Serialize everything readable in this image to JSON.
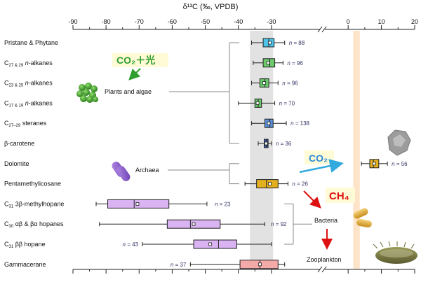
{
  "chart_data": {
    "type": "boxplot",
    "xlabel": "δ¹³C (‰, VPDB)",
    "xticks": [
      "-90",
      "-80",
      "-70",
      "-60",
      "-50",
      "-40",
      "-30",
      "0",
      "10",
      "20"
    ],
    "xlim_left": [
      -90,
      -20
    ],
    "xlim_right": [
      -7,
      20
    ],
    "n_prefix": "n = ",
    "rows": [
      {
        "label_parts": [
          {
            "t": "Pristane & Phytane"
          }
        ],
        "min": -36,
        "q1": -32.5,
        "median": -30.8,
        "mean": -30.5,
        "q3": -29.2,
        "max": -26,
        "n": "88",
        "n_side": "right",
        "color": "#4fc3e8"
      },
      {
        "label_parts": [
          {
            "t": "C"
          },
          {
            "t": "27 & 29",
            "sub": true
          },
          {
            "t": " "
          },
          {
            "t": "n",
            "it": true
          },
          {
            "t": "-alkanes"
          }
        ],
        "min": -35.5,
        "q1": -32.5,
        "median": -30.5,
        "mean": -31,
        "q3": -29,
        "max": -26.5,
        "n": "96",
        "n_side": "right",
        "color": "#6cc96c"
      },
      {
        "label_parts": [
          {
            "t": "C"
          },
          {
            "t": "23 & 25",
            "sub": true
          },
          {
            "t": " "
          },
          {
            "t": "n",
            "it": true
          },
          {
            "t": "-alkanes"
          }
        ],
        "min": -36,
        "q1": -33.5,
        "median": -32,
        "mean": -32.2,
        "q3": -30.8,
        "max": -28,
        "n": "96",
        "n_side": "right",
        "color": "#6cc96c"
      },
      {
        "label_parts": [
          {
            "t": "C"
          },
          {
            "t": "17 & 19",
            "sub": true
          },
          {
            "t": " "
          },
          {
            "t": "n",
            "it": true
          },
          {
            "t": "-alkanes"
          }
        ],
        "min": -40,
        "q1": -35,
        "median": -34,
        "mean": -34.2,
        "q3": -33,
        "max": -29,
        "n": "70",
        "n_side": "right",
        "color": "#6cc96c"
      },
      {
        "label_parts": [
          {
            "t": "C"
          },
          {
            "t": "27–29",
            "sub": true
          },
          {
            "t": " steranes"
          }
        ],
        "min": -36,
        "q1": -32,
        "median": -30.5,
        "mean": -30.8,
        "q3": -29.5,
        "max": -25.5,
        "n": "138",
        "n_side": "right",
        "color": "#5b8fd6"
      },
      {
        "label_parts": [
          {
            "t": "β-carotene"
          }
        ],
        "min": -34,
        "q1": -32.2,
        "median": -31.5,
        "mean": -31.6,
        "q3": -31,
        "max": -30,
        "n": "36",
        "n_side": "right",
        "color": "#3b5aa8"
      },
      {
        "label_parts": [
          {
            "t": "Dolomite"
          }
        ],
        "min": 4,
        "q1": 6.5,
        "median": 7.6,
        "mean": 7.8,
        "q3": 9.2,
        "max": 11.8,
        "n": "56",
        "n_side": "right",
        "color": "#e3b020"
      },
      {
        "label_parts": [
          {
            "t": "Pentamethylicosane"
          }
        ],
        "min": -38,
        "q1": -34.5,
        "median": -31.5,
        "mean": -30.5,
        "q3": -28,
        "max": -25,
        "n": "26",
        "n_side": "right",
        "color": "#e3b020"
      },
      {
        "label_parts": [
          {
            "t": "C"
          },
          {
            "t": "31",
            "sub": true
          },
          {
            "t": " 3β-methylhopane"
          }
        ],
        "min": -83,
        "q1": -79.5,
        "median": -71.5,
        "mean": -70.5,
        "q3": -61,
        "max": -49.5,
        "n": "23",
        "n_side": "right",
        "color": "#d9b3f2"
      },
      {
        "label_parts": [
          {
            "t": "C"
          },
          {
            "t": "30",
            "sub": true
          },
          {
            "t": " αβ & βα hopanes"
          }
        ],
        "min": -82,
        "q1": -61.5,
        "median": -54.5,
        "mean": -53.5,
        "q3": -45.5,
        "max": -32,
        "n": "92",
        "n_side": "right",
        "color": "#d9b3f2"
      },
      {
        "label_parts": [
          {
            "t": "C"
          },
          {
            "t": "31",
            "sub": true
          },
          {
            "t": " ββ hopane"
          }
        ],
        "min": -69,
        "q1": -53.5,
        "median": -46,
        "mean": -48.5,
        "q3": -40.5,
        "max": -30,
        "n": "43",
        "n_side": "left",
        "color": "#d9b3f2"
      },
      {
        "label_parts": [
          {
            "t": "Gammacerane"
          }
        ],
        "min": -54.5,
        "q1": -39.5,
        "median": -33.5,
        "mean": -33.5,
        "q3": -28,
        "max": -26,
        "n": "37",
        "n_side": "left",
        "color": "#f5aaaa"
      }
    ],
    "bands": [
      {
        "from": -36.5,
        "to": -29.5,
        "color": "#e2e2e2"
      },
      {
        "from": 1.5,
        "to": 3.5,
        "color": "#fde4c8"
      }
    ],
    "group_labels": {
      "plants": "Plants and algae",
      "archaea": "Archaea",
      "bacteria": "Bacteria",
      "zooplankton": "Zooplankton"
    },
    "annotations": {
      "co2_light": "CO₂＋光",
      "co2": "CO₂",
      "ch4": "CH₄"
    },
    "colors": {
      "co2_light_text": "#2e9e2e",
      "co2_light_bg": "#fffbd6",
      "co2_text": "#2a8ad8",
      "ch4_text": "#dd1111",
      "arrow_red": "#dd1111",
      "arrow_blue": "#33aadd",
      "arrow_green": "#2e9e2e",
      "n_text": "#333366"
    }
  }
}
